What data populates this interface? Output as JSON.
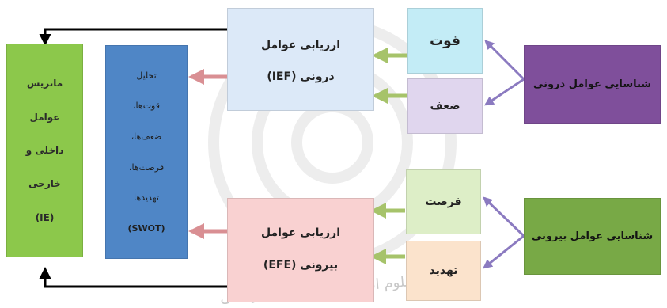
{
  "diagram": {
    "colors": {
      "ie_matrix_fill": "#8cc84b",
      "swot_fill": "#4f86c6",
      "ief_fill": "#dce9f8",
      "efe_fill": "#f9d1d1",
      "strength_fill": "#c3ecf6",
      "weakness_fill": "#e0d6ee",
      "opportunity_fill": "#ddeec7",
      "threat_fill": "#fbe3cc",
      "internal_fill": "#7f4f9b",
      "external_fill": "#78a946",
      "arrow_black": "#000000",
      "arrow_red": "#d98f93",
      "arrow_green": "#a6c36a",
      "arrow_purple": "#8b7ac0"
    },
    "ie_matrix": {
      "lines": [
        "ماتریس",
        "عوامل",
        "داخلی و",
        "خارجی",
        "(IE)"
      ]
    },
    "swot": {
      "lines": [
        "تحلیل",
        "قوت‌ها،",
        "ضعف‌ها،",
        "فرصت‌ها،",
        "تهدیدها",
        "(SWOT)"
      ]
    },
    "ief": {
      "line1": "ارزیابی عوامل",
      "line2": "درونی (IEF)"
    },
    "efe": {
      "line1": "ارزیابی عوامل",
      "line2": "بیرونی (EFE)"
    },
    "strength": "قوت",
    "weakness": "ضعف",
    "opportunity": "فرصت",
    "threat": "تهدید",
    "internal_factors": "شناسایی عوامل درونی",
    "external_factors": "شناسایی عوامل بیرونی"
  }
}
